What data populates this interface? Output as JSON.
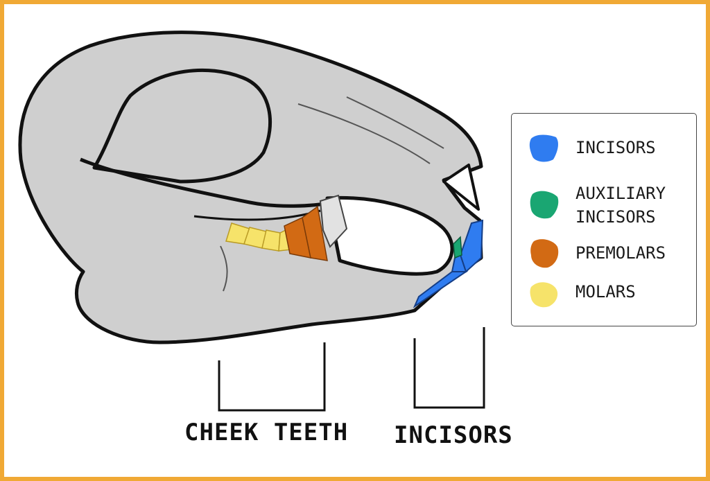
{
  "legend": {
    "items": [
      {
        "label": "INCISORS",
        "color": "#2f7cf0"
      },
      {
        "label": "AUXILIARY\nINCISORS",
        "color": "#1aa672"
      },
      {
        "label": "PREMOLARS",
        "color": "#d26a14"
      },
      {
        "label": "MOLARS",
        "color": "#f6e36a"
      }
    ]
  },
  "labels": {
    "cheek_teeth": "CHEEK TEETH",
    "incisors": "INCISORS"
  },
  "colors": {
    "frame": "#f0a935",
    "skull": "#cfcfcf",
    "outline": "#111111"
  }
}
